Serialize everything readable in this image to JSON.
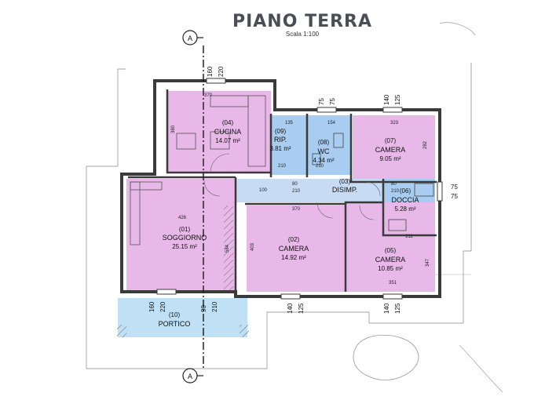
{
  "header": {
    "title": "PIANO TERRA",
    "scale": "Scala 1:100"
  },
  "section_marker": "A",
  "rooms": [
    {
      "id": "(04)",
      "name": "CUCINA",
      "area": "14.07 m²",
      "color": "#e8b8e8"
    },
    {
      "id": "(09)",
      "name": "RIP.",
      "area": "3.81 m²",
      "color": "#a9cdf0"
    },
    {
      "id": "(08)",
      "name": "WC",
      "area": "4.34 m²",
      "color": "#a9cdf0"
    },
    {
      "id": "(07)",
      "name": "CAMERA",
      "area": "9.05 m²",
      "color": "#e8b8e8"
    },
    {
      "id": "(03)",
      "name": "DISIMP.",
      "area": "",
      "color": "#c7dcf3"
    },
    {
      "id": "(06)",
      "name": "DOCCIA",
      "area": "5.28 m²",
      "color": "#a9cdf0"
    },
    {
      "id": "(01)",
      "name": "SOGGIORNO",
      "area": "25.15 m²",
      "color": "#e8b8e8"
    },
    {
      "id": "(02)",
      "name": "CAMERA",
      "area": "14.92 m²",
      "color": "#e8b8e8"
    },
    {
      "id": "(05)",
      "name": "CAMERA",
      "area": "10.85 m²",
      "color": "#e8b8e8"
    },
    {
      "id": "(10)",
      "name": "PORTICO",
      "area": "",
      "color": "#bfe0f5"
    }
  ],
  "dimensions": {
    "top_left_pair": [
      "160",
      "220"
    ],
    "top_mid_pair": [
      "75",
      "75"
    ],
    "top_right_pair": [
      "140",
      "125"
    ],
    "right_pair": [
      "75",
      "75"
    ],
    "bottom_left_pair": [
      "160",
      "220"
    ],
    "bottom_mid_pair": [
      "140",
      "125"
    ],
    "bottom_right_pair": [
      "140",
      "125"
    ],
    "bottom_center": [
      "90",
      "210"
    ],
    "kitchen_width": "370",
    "kitchen_height": "380",
    "rip_width": "135",
    "wc_width": "154",
    "camera07_width": "323",
    "camera07_height": "282",
    "soggiorno_width": "426",
    "camera02_width": "370",
    "camera02_height": "403",
    "camera05_height": "347",
    "camera05_bottom": "351",
    "doccia_width": "211",
    "disimp_a": "80",
    "disimp_b": "210",
    "small_210": "210",
    "small_80": "80",
    "corridor_100": "100",
    "vert_584": "584"
  }
}
